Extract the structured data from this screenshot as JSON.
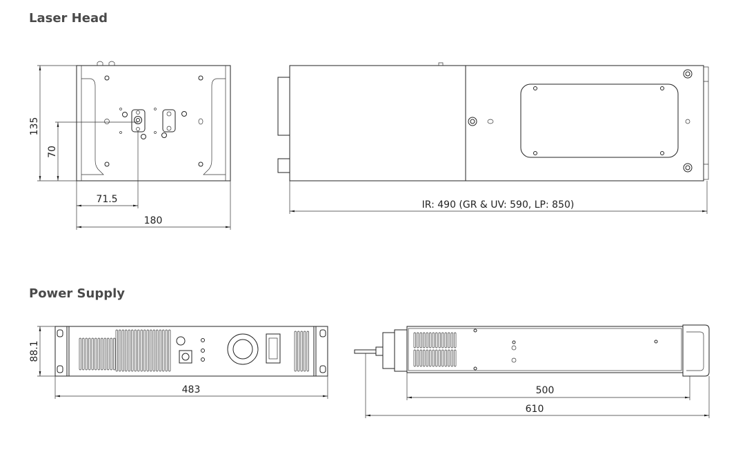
{
  "sections": {
    "laser_head": {
      "title": "Laser Head",
      "dimensions": {
        "height": "135",
        "aperture_height": "70",
        "aperture_offset": "71.5",
        "width": "180",
        "length": "IR: 490 (GR & UV: 590, LP: 850)"
      }
    },
    "power_supply": {
      "title": "Power Supply",
      "dimensions": {
        "height": "88.1",
        "width": "483",
        "depth": "500",
        "overall_depth": "610"
      }
    }
  },
  "colors": {
    "title": "#4a4a4a",
    "line": "#222222"
  }
}
